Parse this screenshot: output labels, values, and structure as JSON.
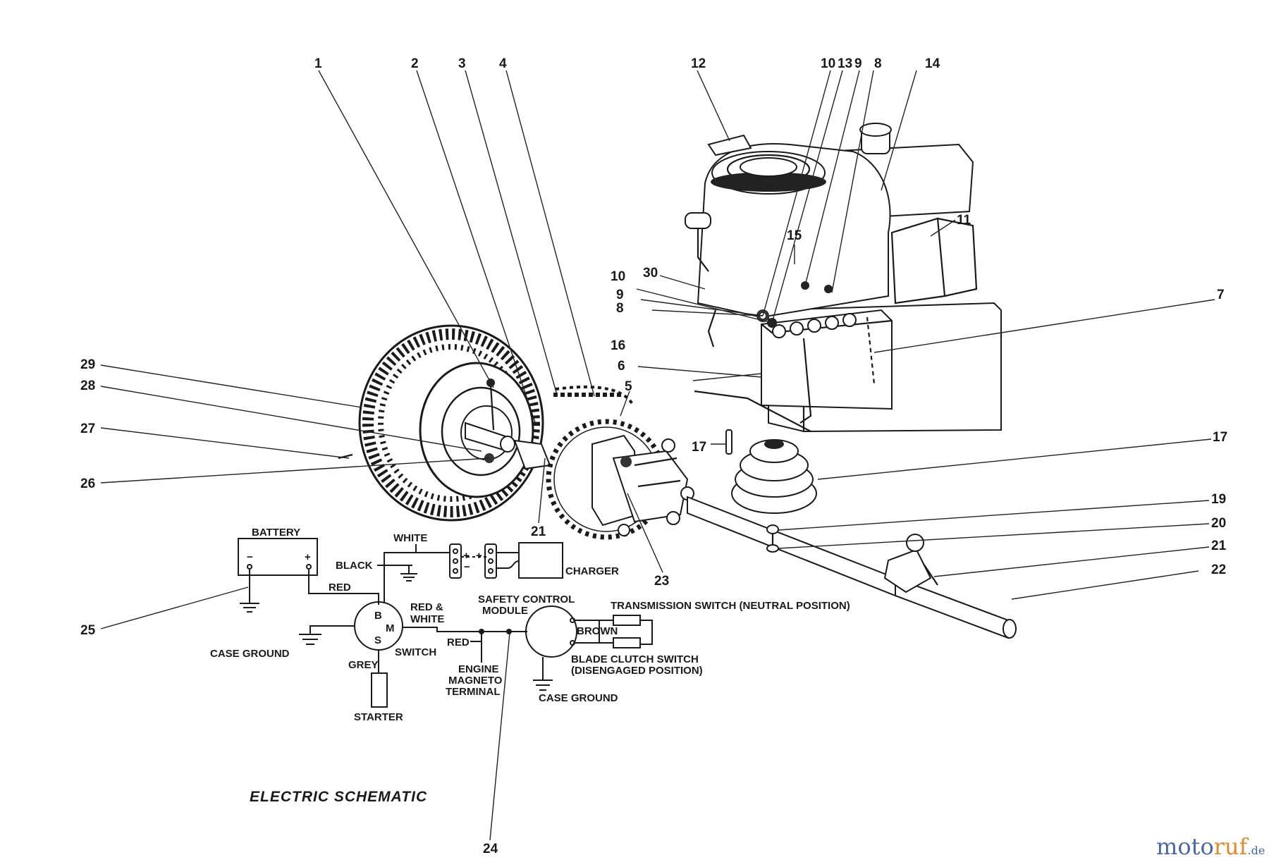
{
  "callouts": {
    "n1": "1",
    "n2": "2",
    "n3": "3",
    "n4": "4",
    "n5": "5",
    "n6": "6",
    "n7": "7",
    "n8_top": "8",
    "n8_left": "8",
    "n9_top": "9",
    "n9_left": "9",
    "n10_top": "10",
    "n10_left": "10",
    "n11": "11",
    "n12": "12",
    "n13": "13",
    "n14": "14",
    "n15": "15",
    "n16": "16",
    "n17_left": "17",
    "n17_right": "17",
    "n19": "19",
    "n20": "20",
    "n21_left": "21",
    "n21_right": "21",
    "n22": "22",
    "n23": "23",
    "n24": "24",
    "n25": "25",
    "n26": "26",
    "n27": "27",
    "n28": "28",
    "n29": "29",
    "n30": "30"
  },
  "schematic": {
    "title": "ELECTRIC SCHEMATIC",
    "battery": "BATTERY",
    "battery_neg": "−",
    "battery_pos": "+",
    "white": "WHITE",
    "black": "BLACK",
    "red_top": "RED",
    "red_white_1": "RED &",
    "red_white_2": "WHITE",
    "charger": "CHARGER",
    "plus1": "+",
    "plus2": "+",
    "minus": "−",
    "switch_b": "B",
    "switch_m": "M",
    "switch_s": "S",
    "switch": "SWITCH",
    "case_ground_left": "CASE GROUND",
    "grey": "GREY",
    "starter": "STARTER",
    "red_mid": "RED",
    "engine_1": "ENGINE",
    "engine_2": "MAGNETO",
    "engine_3": "TERMINAL",
    "safety_1": "SAFETY CONTROL",
    "safety_2": "MODULE",
    "brown": "BROWN",
    "transmission": "TRANSMISSION SWITCH (NEUTRAL POSITION)",
    "blade_1": "BLADE CLUTCH SWITCH",
    "blade_2": "(DISENGAGED POSITION)",
    "case_ground_right": "CASE GROUND"
  },
  "watermark": {
    "part1": "moto",
    "part2": "ruf",
    "part3": ".de"
  }
}
